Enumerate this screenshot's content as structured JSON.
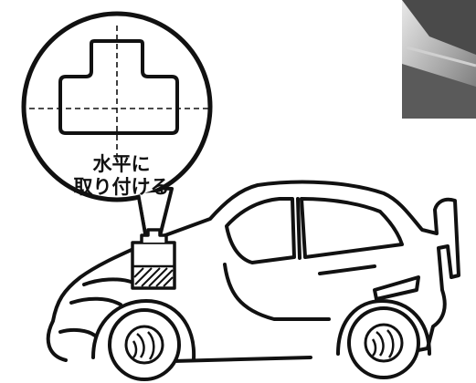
{
  "instruction": {
    "line1": "水平に",
    "line2": "取り付ける"
  },
  "icons": {
    "callout": "magnifier-callout",
    "bracket": "t-shaped-mount-bracket",
    "vehicle": "sports-car-illustration",
    "photo": "product-photo-corner"
  },
  "colors": {
    "ink": "#111111",
    "paper": "#ffffff",
    "photo_gray": "#9a9a9a"
  }
}
